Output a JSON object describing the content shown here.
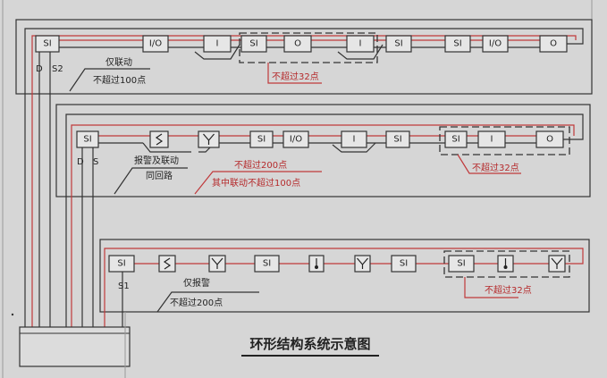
{
  "title": "环形结构系统示意图",
  "colors": {
    "loop_red": "#c0393b",
    "line": "#333333",
    "background": "#d6d6d6"
  },
  "loop1": {
    "devices": [
      "SI",
      "I/O",
      "I",
      "SI",
      "O",
      "I",
      "SI",
      "SI",
      "I/O",
      "O"
    ],
    "terminals": [
      "D",
      "S2"
    ],
    "note_top": "仅联动",
    "note_bottom": "不超过100点",
    "group_note": "不超过32点"
  },
  "loop2": {
    "devices": [
      "SI",
      "smoke-detector",
      "heat-detector",
      "SI",
      "I/O",
      "I",
      "SI",
      "SI",
      "I",
      "O"
    ],
    "terminals": [
      "D",
      "S"
    ],
    "note_top": "报警及联动",
    "note_bottom": "同回路",
    "red_note_1": "不超过200点",
    "red_note_2": "其中联动不超过100点",
    "group_note": "不超过32点"
  },
  "loop3": {
    "devices": [
      "SI",
      "smoke-detector",
      "heat-detector",
      "SI",
      "thermometer",
      "heat-detector",
      "SI",
      "SI",
      "thermometer",
      "heat-detector"
    ],
    "terminal": "S1",
    "note_top": "仅报警",
    "note_bottom": "不超过200点",
    "group_note": "不超过32点"
  }
}
